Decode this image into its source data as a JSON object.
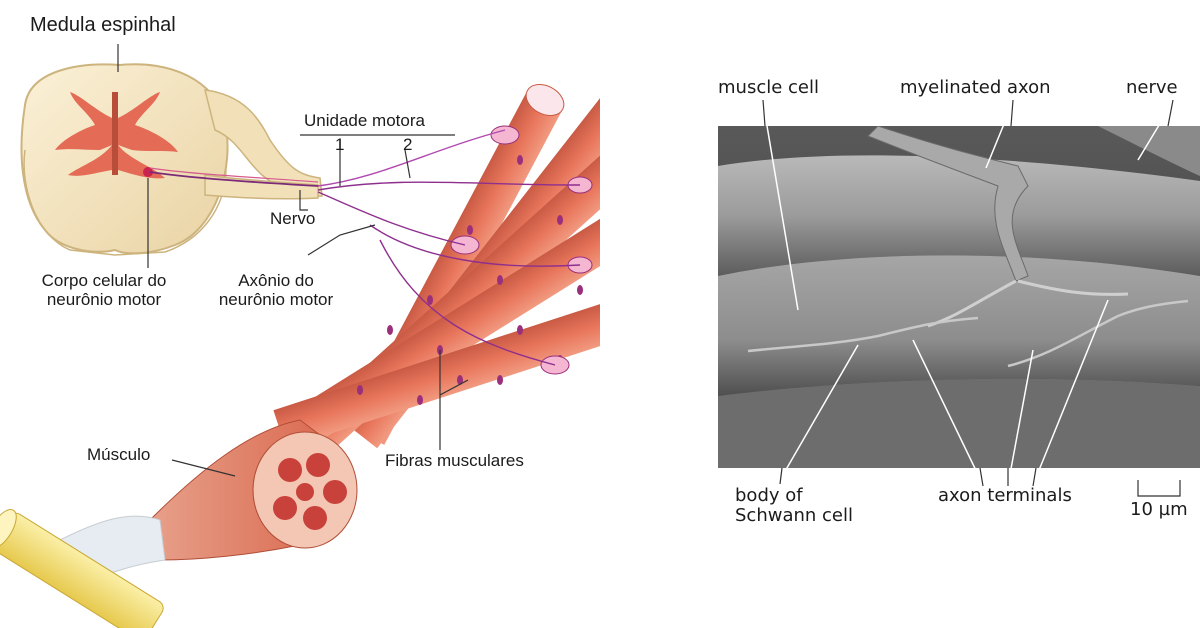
{
  "left_diagram": {
    "title": "Medula espinhal",
    "unit_label": "Unidade motora",
    "unit_numbers": [
      "1",
      "2"
    ],
    "labels": {
      "nerve": "Nervo",
      "cell_body": [
        "Corpo celular do",
        "neurônio motor"
      ],
      "axon": [
        "Axônio do",
        "neurônio motor"
      ],
      "muscle": "Músculo",
      "fibers": "Fibras musculares"
    }
  },
  "right_micrograph": {
    "labels": {
      "muscle_cell": "muscle cell",
      "myelinated_axon": "myelinated axon",
      "nerve": "nerve",
      "schwann": [
        "body of",
        "Schwann cell"
      ],
      "axon_terminals": "axon terminals",
      "scale": "10 µm"
    }
  },
  "colors": {
    "spinal_cord": "#f4e4c0",
    "gray_matter": "#e8735c",
    "muscle": "#e8836a",
    "nucleus": "#a0307a",
    "tendon": "#f4e07a",
    "micrograph_bg": "#7a7a7a"
  }
}
